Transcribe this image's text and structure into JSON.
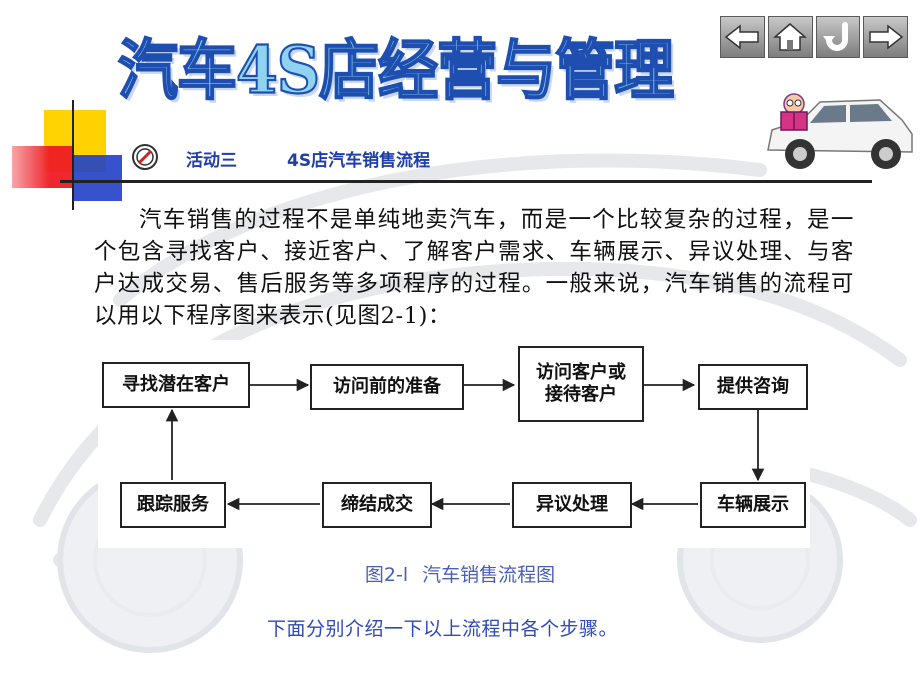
{
  "header": {
    "title": "汽车4S店经营与管理",
    "activity_label": "活动三",
    "activity_title": "4S店汽车销售流程"
  },
  "nav": {
    "icons": [
      "back-arrow-icon",
      "home-icon",
      "return-icon",
      "forward-arrow-icon"
    ]
  },
  "body": {
    "paragraph": "汽车销售的过程不是单纯地卖汽车，而是一个比较复杂的过程，是一个包含寻找客户、接近客户、了解客户需求、车辆展示、异议处理、与客户达成交易、售后服务等多项程序的过程。一般来说，汽车销售的流程可以用以下程序图来表示(见图2-1)："
  },
  "flowchart": {
    "nodes": [
      {
        "id": "n1",
        "label": "寻找潜在客户"
      },
      {
        "id": "n2",
        "label": "访问前的准备"
      },
      {
        "id": "n3",
        "label": "访问客户或\n接待客户"
      },
      {
        "id": "n4",
        "label": "提供咨询"
      },
      {
        "id": "n5",
        "label": "车辆展示"
      },
      {
        "id": "n6",
        "label": "异议处理"
      },
      {
        "id": "n7",
        "label": "缔结成交"
      },
      {
        "id": "n8",
        "label": "跟踪服务"
      }
    ],
    "edges": [
      [
        "n1",
        "n2"
      ],
      [
        "n2",
        "n3"
      ],
      [
        "n3",
        "n4"
      ],
      [
        "n4",
        "n5"
      ],
      [
        "n5",
        "n6"
      ],
      [
        "n6",
        "n7"
      ],
      [
        "n7",
        "n8"
      ],
      [
        "n8",
        "n1"
      ]
    ],
    "caption_number": "图2-l",
    "caption_text": "汽车销售流程图"
  },
  "footer": {
    "text": "下面分别介绍一下以上流程中各个步骤。"
  },
  "colors": {
    "title_fill": "#8fd3f0",
    "title_stroke": "#1e4fb0",
    "subtitle": "#1e3fa8",
    "caption": "#4a5fb5",
    "deco_yellow": "#ffd200",
    "deco_red": "#ee1c24",
    "deco_blue": "#2040c8"
  }
}
